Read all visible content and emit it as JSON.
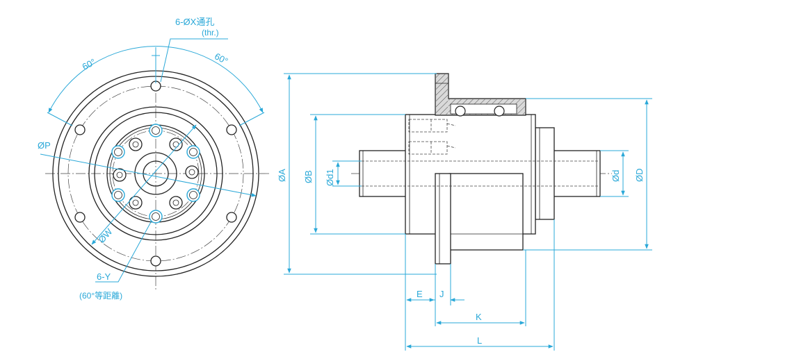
{
  "labels": {
    "holes": "6-ØX通孔",
    "holes_thr": "(thr.)",
    "angle_left": "60°",
    "angle_right": "60°",
    "p": "ØP",
    "w": "ØW",
    "y": "6-Y",
    "y_note": "(60°等距離)",
    "a": "ØA",
    "b": "ØB",
    "d1": "Ød1",
    "d": "Ød",
    "big_d": "ØD",
    "e": "E",
    "j": "J",
    "k": "K",
    "l": "L"
  },
  "colors": {
    "dimension": "#2aa8d8",
    "outline": "#222222",
    "hatch_fill": "#d9d9d9"
  }
}
